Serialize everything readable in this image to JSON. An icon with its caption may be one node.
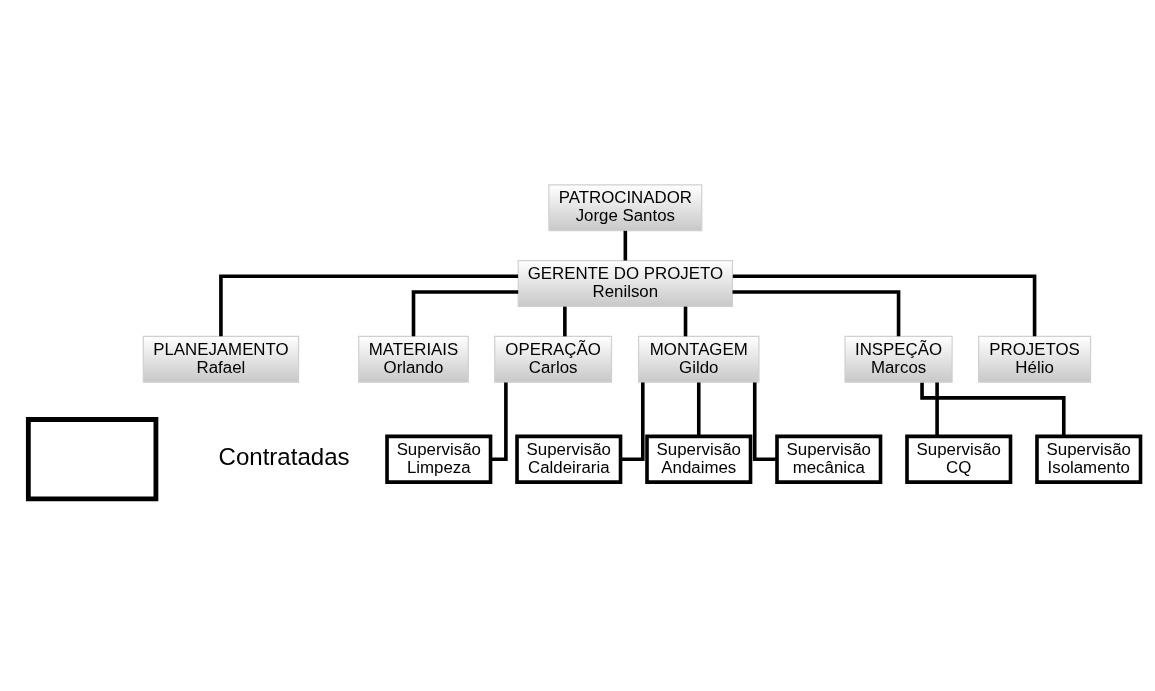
{
  "diagram": {
    "nodes": [
      {
        "text": [
          "PATROCINADOR",
          "Jorge Santos"
        ]
      },
      {
        "text": [
          "GERENTE DO PROJETO",
          "Renilson"
        ]
      },
      {
        "text": [
          "PLANEJAMENTO",
          "Rafael"
        ]
      },
      {
        "text": [
          "MATERIAIS",
          "Orlando"
        ]
      },
      {
        "text": [
          "OPERAÇÃO",
          "Carlos"
        ]
      },
      {
        "text": [
          "MONTAGEM",
          "Gildo"
        ]
      },
      {
        "text": [
          "INSPEÇÃO",
          "Marcos"
        ]
      },
      {
        "text": [
          "PROJETOS",
          "Hélio"
        ]
      },
      {
        "text": [
          "Supervisão",
          "Limpeza"
        ]
      },
      {
        "text": [
          "Supervisão",
          "Caldeiraria"
        ]
      },
      {
        "text": [
          "Supervisão",
          "Andaimes"
        ]
      },
      {
        "text": [
          "Supervisão",
          "mecânica"
        ]
      },
      {
        "text": [
          "Supervisão",
          "CQ"
        ]
      },
      {
        "text": [
          "Supervisão",
          "Isolamento"
        ]
      }
    ],
    "edges": [
      {
        "from": 0,
        "to": 1,
        "arrow": "none"
      },
      {
        "from": 1,
        "to": 2,
        "arrow": "none"
      },
      {
        "from": 1,
        "to": 3,
        "arrow": "none"
      },
      {
        "from": 1,
        "to": 4,
        "arrow": "none"
      },
      {
        "from": 1,
        "to": 5,
        "arrow": "none"
      },
      {
        "from": 1,
        "to": 6,
        "arrow": "none"
      },
      {
        "from": 1,
        "to": 7,
        "arrow": "none"
      },
      {
        "from": 4,
        "to": 8,
        "arrow": "none"
      },
      {
        "from": 5,
        "to": 9,
        "arrow": "none"
      },
      {
        "from": 5,
        "to": 10,
        "arrow": "none"
      },
      {
        "from": 5,
        "to": 11,
        "arrow": "none"
      },
      {
        "from": 6,
        "to": 12,
        "arrow": "none"
      },
      {
        "from": 6,
        "to": 13,
        "arrow": "none"
      }
    ],
    "legend": [
      {
        "text": "Contratadas"
      }
    ]
  }
}
